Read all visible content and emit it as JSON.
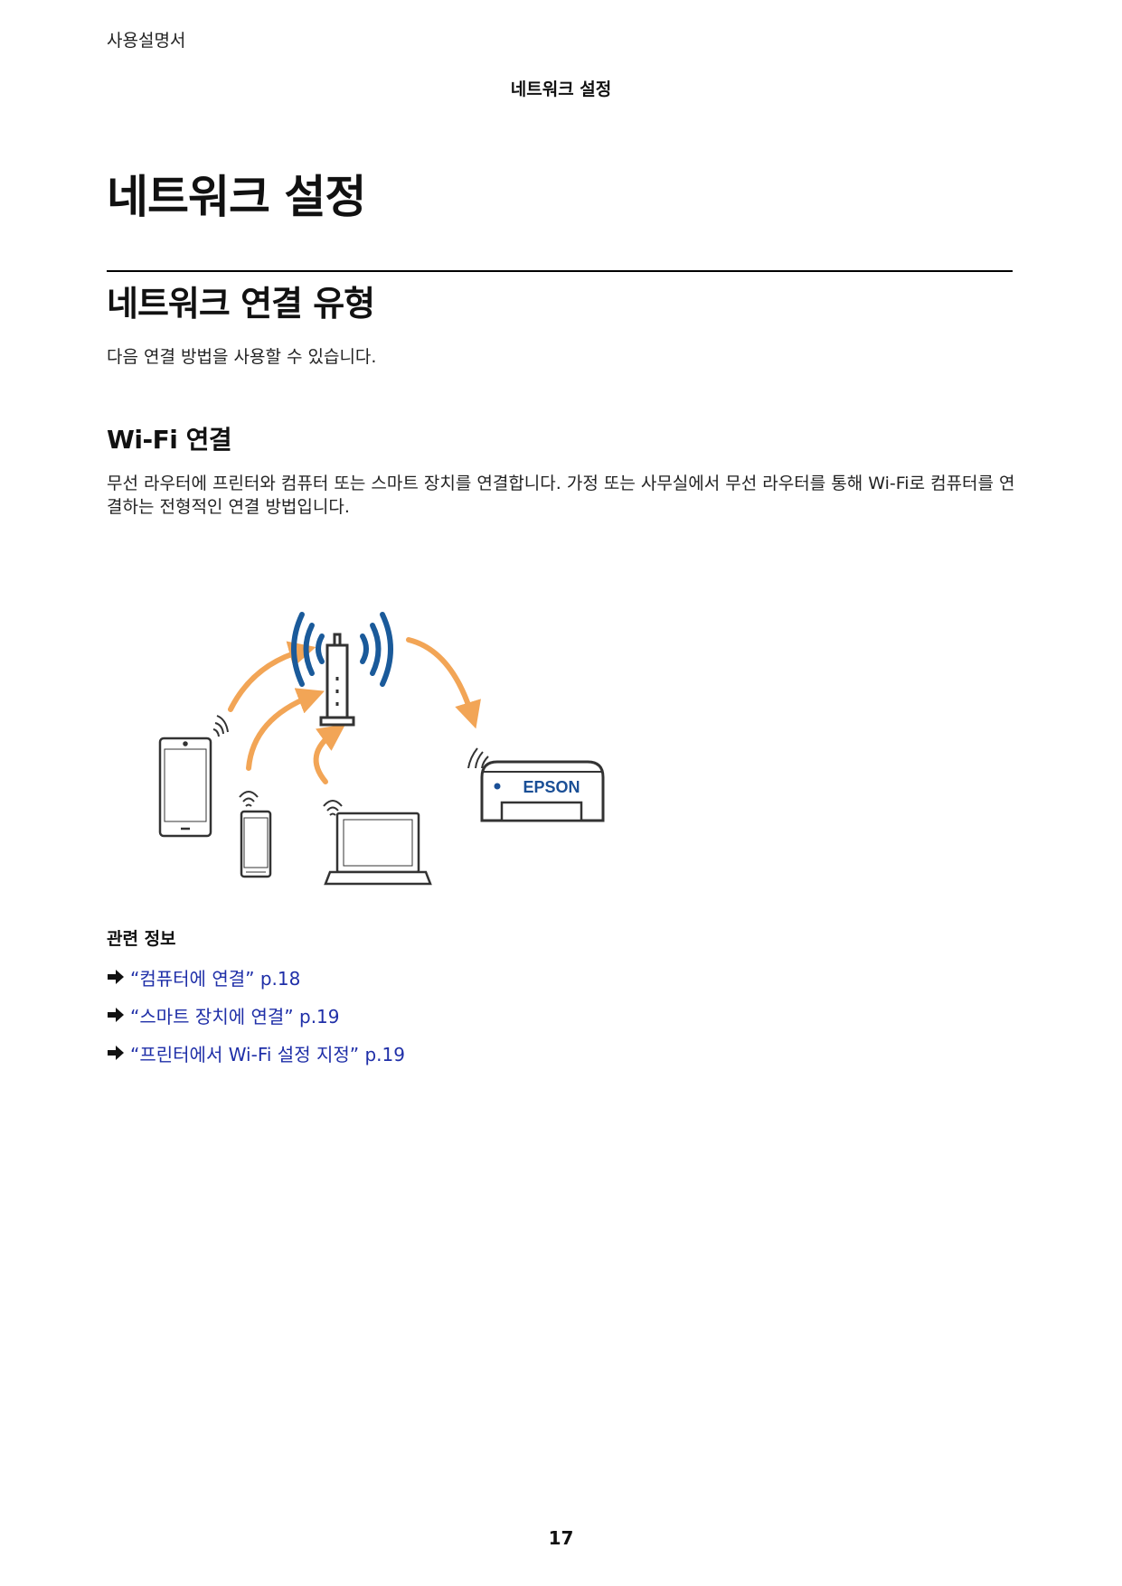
{
  "header": {
    "doc_name": "사용설명서",
    "running_head": "네트워크 설정"
  },
  "page": {
    "title": "네트워크 설정",
    "section_title": "네트워크 연결 유형",
    "intro": "다음 연결 방법을 사용할 수 있습니다.",
    "subsection_title": "Wi-Fi 연결",
    "body_line_1": "무선 라우터에 프린터와 컴퓨터 또는 스마트 장치를 연결합니다. 가정 또는 사무실에서 무선 라우터를 통해 Wi-Fi로 컴퓨터를 연",
    "body_line_2": "결하는 전형적인 연결 방법입니다."
  },
  "diagram": {
    "printer_brand": "EPSON",
    "colors": {
      "arrow": "#f2a556",
      "wifi_wave": "#1a5a9a",
      "outline": "#333333",
      "brand": "#1a4f96"
    },
    "devices": [
      "tablet",
      "smartphone",
      "laptop",
      "wireless-router",
      "printer"
    ]
  },
  "related": {
    "title": "관련 정보",
    "links": [
      {
        "text": "“컴퓨터에 연결” p.18"
      },
      {
        "text": "“스마트 장치에 연결” p.19"
      },
      {
        "text": "“프린터에서 Wi-Fi 설정 지정” p.19"
      }
    ],
    "link_color": "#1f2fa8"
  },
  "footer": {
    "page_number": "17"
  }
}
